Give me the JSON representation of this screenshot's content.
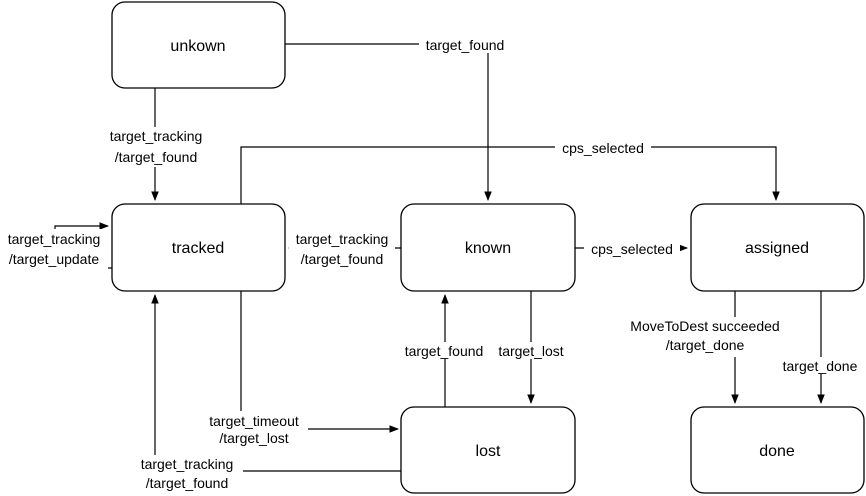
{
  "states": {
    "unknown": "unkown",
    "tracked": "tracked",
    "known": "known",
    "assigned": "assigned",
    "lost": "lost",
    "done": "done"
  },
  "transitions": {
    "unknown_to_known": "target_found",
    "unknown_to_tracked": [
      "target_tracking",
      "/target_found"
    ],
    "tracked_to_assigned": "cps_selected",
    "tracked_self": [
      "target_tracking",
      "/target_update"
    ],
    "known_to_tracked": [
      "target_tracking",
      "/target_found"
    ],
    "known_to_assigned": "cps_selected",
    "lost_to_known": "target_found",
    "known_to_lost": "target_lost",
    "tracked_to_lost": [
      "target_timeout",
      "/target_lost"
    ],
    "lost_to_tracked": [
      "target_tracking",
      "/target_found"
    ],
    "assigned_to_done_a": [
      "MoveToDest succeeded",
      "/target_done"
    ],
    "assigned_to_done_b": "target_done"
  }
}
